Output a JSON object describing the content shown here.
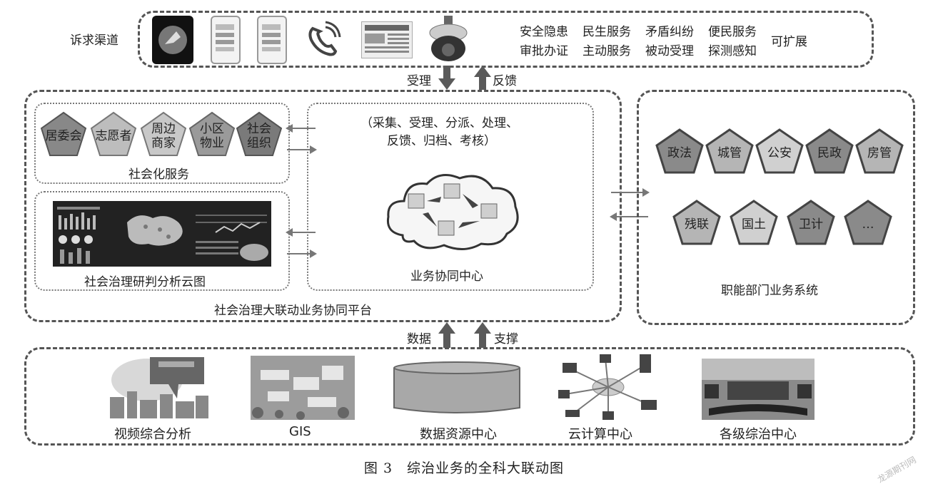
{
  "top": {
    "label": "诉求渠道",
    "services_row1": [
      "安全隐患",
      "民生服务",
      "矛盾纠纷",
      "便民服务"
    ],
    "services_row2": [
      "审批办证",
      "主动服务",
      "被动受理",
      "探测感知"
    ],
    "services_extra": "可扩展",
    "icons": [
      "weibo-app-icon",
      "phone-app-icon",
      "phone-app-icon-2",
      "telephone-icon",
      "newspaper-icon",
      "camera-icon"
    ]
  },
  "arrows_top": {
    "down": "受理",
    "up": "反馈"
  },
  "platform": {
    "title": "社会治理大联动业务协同平台",
    "social": {
      "title": "社会化服务",
      "items": [
        "居委会",
        "志愿者",
        "周边\n商家",
        "小区\n物业",
        "社会\n组织"
      ]
    },
    "analysis": {
      "title": "社会治理研判分析云图"
    },
    "center": {
      "steps_line1": "（采集、受理、分派、处理、",
      "steps_line2": "反馈、归档、考核）",
      "title": "业务协同中心"
    }
  },
  "departments": {
    "title": "职能部门业务系统",
    "row1": [
      "政法",
      "城管",
      "公安",
      "民政",
      "房管"
    ],
    "row2": [
      "残联",
      "国土",
      "卫计",
      "…"
    ],
    "fills_row1": [
      "#8a8a8a",
      "#b5b5b5",
      "#d0d0d0",
      "#8a8a8a",
      "#b5b5b5"
    ],
    "fills_row2": [
      "#b5b5b5",
      "#d0d0d0",
      "#8a8a8a",
      "#8a8a8a"
    ]
  },
  "arrows_bottom": {
    "left": "数据",
    "right": "支撑"
  },
  "bottom": {
    "items": [
      "视频综合分析",
      "GIS",
      "数据资源中心",
      "云计算中心",
      "各级综治中心"
    ]
  },
  "caption": "图 3　综治业务的全科大联动图",
  "watermark": "龙源期刊网",
  "colors": {
    "dark": "#555555",
    "arrow": "#5a5a5a"
  }
}
